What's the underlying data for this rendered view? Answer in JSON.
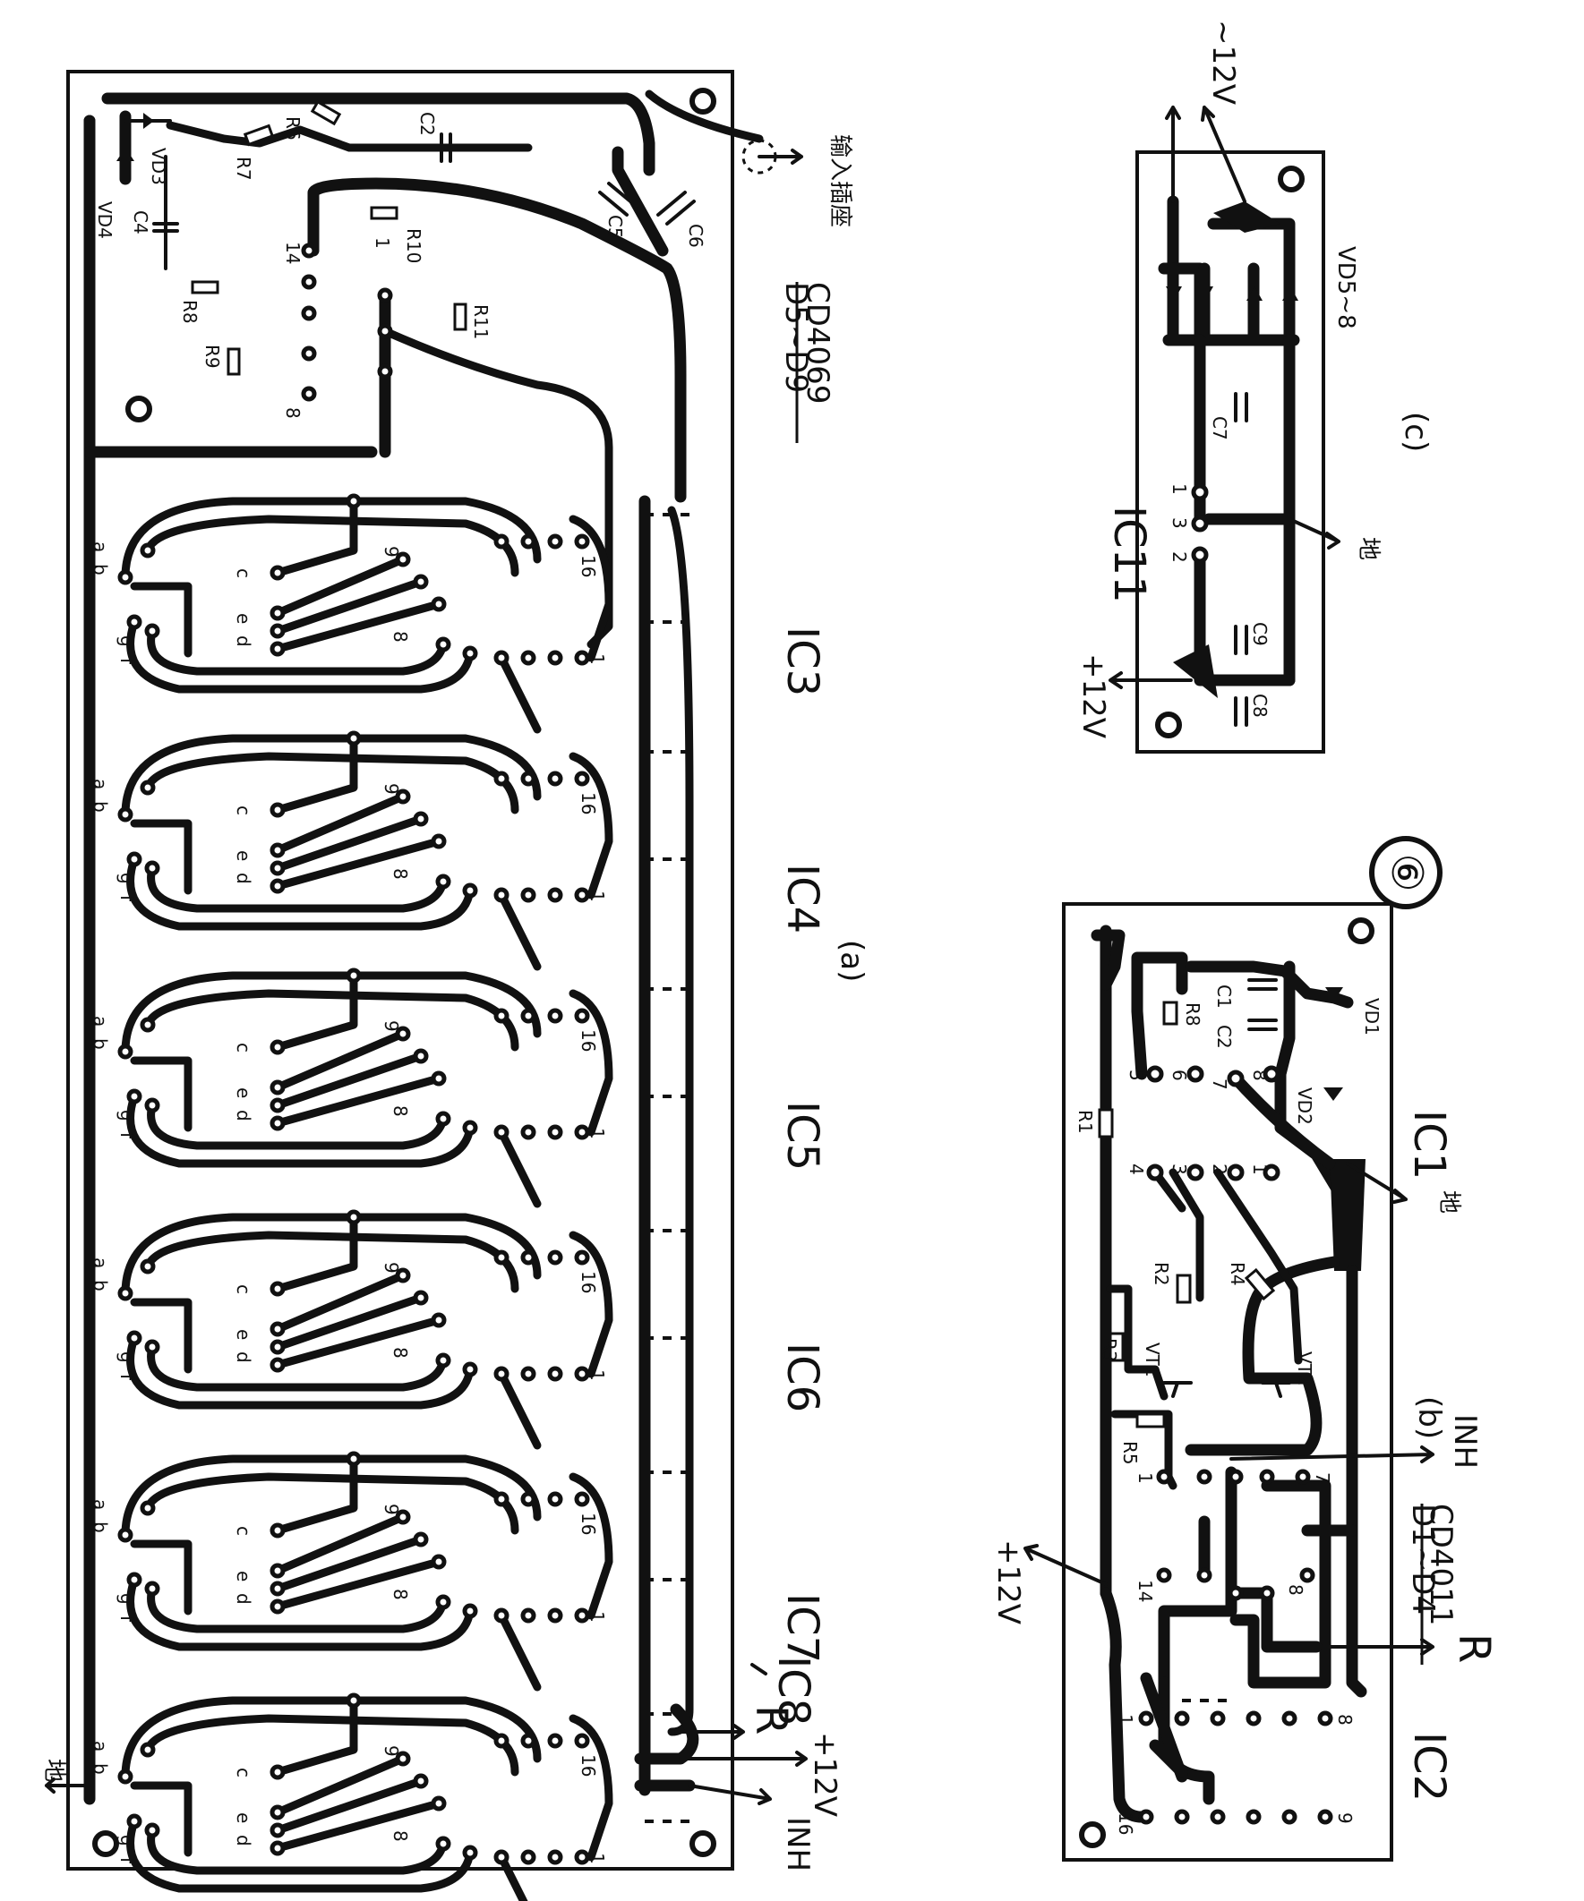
{
  "figure_number": "⑥",
  "board_a": {
    "caption": "(a)",
    "chip_note": {
      "top": "D5~D9",
      "bottom": "CD4069"
    },
    "ic_labels": [
      "IC3",
      "IC4",
      "IC5",
      "IC6",
      "IC7",
      "IC8"
    ],
    "terminals": {
      "ground": "地",
      "input": "输入插座",
      "reset": "R",
      "power": "+12V",
      "inhibit": "INH"
    },
    "parts": [
      "VD4",
      "VD3",
      "C4",
      "R8",
      "R9",
      "R7",
      "R6",
      "C2",
      "R10",
      "R11",
      "C5",
      "C6"
    ],
    "pins": [
      "14",
      "8",
      "1"
    ],
    "display_pins": {
      "a": "a",
      "b": "b",
      "c": "c",
      "d": "d",
      "e": "e",
      "f": "f",
      "g": "g",
      "pin16": "16",
      "pin1": "1",
      "pin8": "8",
      "pin9": "9"
    }
  },
  "board_b": {
    "caption": "(b)",
    "ic1": "IC1",
    "ic2": "IC2",
    "chip_note": {
      "top": "D1~D4",
      "bottom": "CD4011"
    },
    "terminals": {
      "power": "+12V",
      "reset": "R",
      "inhibit": "INH",
      "ground": "地"
    },
    "parts": [
      "R1",
      "R2",
      "R3",
      "R4",
      "R5",
      "VT1",
      "VT2",
      "C1",
      "C2",
      "VD1",
      "VD2",
      "R8"
    ],
    "pins": [
      "5",
      "6",
      "7",
      "8",
      "4",
      "3",
      "2",
      "1",
      "1",
      "14",
      "7",
      "8",
      "1",
      "8",
      "16",
      "9"
    ]
  },
  "board_c": {
    "caption": "(c)",
    "ic": "IC11",
    "terminals": {
      "ac": "~12V",
      "power": "+12V",
      "ground": "地"
    },
    "parts": [
      "VD5~8",
      "C7",
      "C8",
      "C9"
    ],
    "pins": [
      "1",
      "3",
      "2"
    ]
  }
}
